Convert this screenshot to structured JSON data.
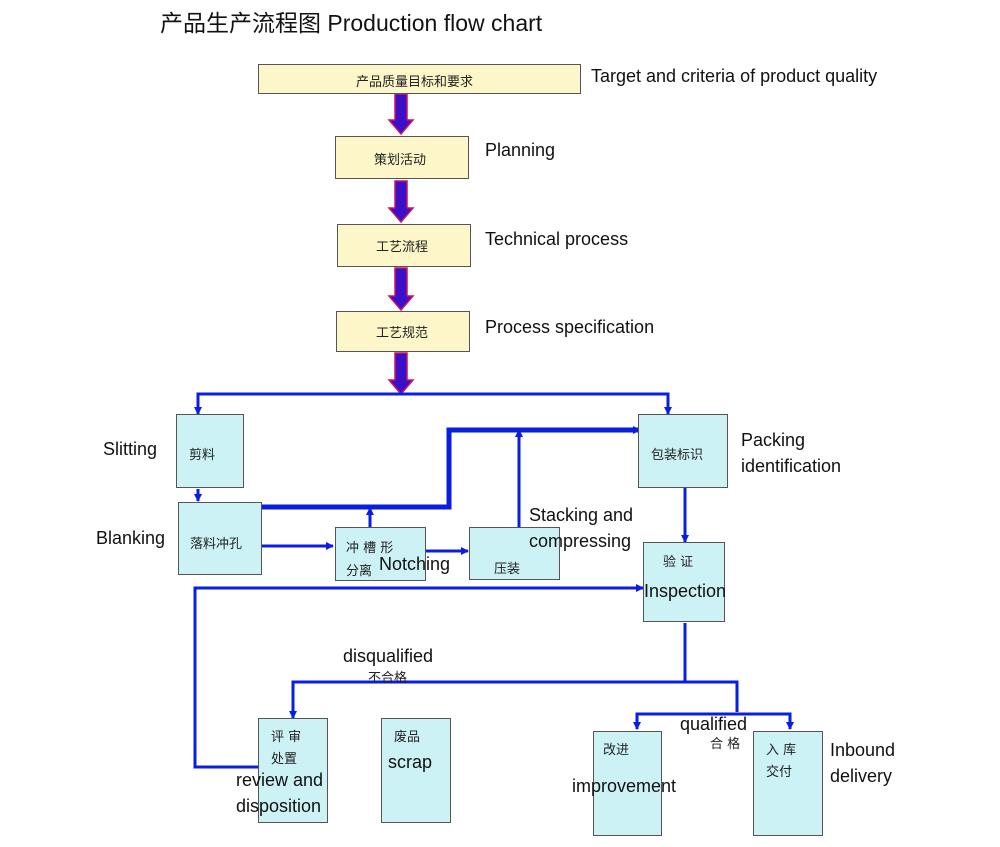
{
  "title": "产品生产流程图  Production flow chart",
  "steps": {
    "target": {
      "cn": "产品质量目标和要求",
      "en": "Target and criteria of product quality"
    },
    "planning": {
      "cn": "策划活动",
      "en": "Planning"
    },
    "technical": {
      "cn": "工艺流程",
      "en": "Technical process"
    },
    "spec": {
      "cn": "工艺规范",
      "en": "Process specification"
    },
    "slitting": {
      "cn": "剪料",
      "en": "Slitting"
    },
    "blanking": {
      "cn": "落料冲孔",
      "en": "Blanking"
    },
    "notching": {
      "cn1": "冲  槽  形",
      "cn2": "分离",
      "en": "Notching"
    },
    "stacking": {
      "cn": "压装",
      "en1": "Stacking and",
      "en2": "compressing"
    },
    "packing": {
      "cn": "包装标识",
      "en1": "Packing",
      "en2": "identification"
    },
    "inspection": {
      "cn": "验  证",
      "en": "Inspection"
    },
    "review": {
      "cn1": "评    审",
      "cn2": "处置",
      "en1": "review and",
      "en2": "disposition"
    },
    "scrap": {
      "cn": "废品",
      "en": "scrap"
    },
    "improvement": {
      "cn": "改进",
      "en": "improvement"
    },
    "inbound": {
      "cn1": "入    库",
      "cn2": "交付",
      "en1": "Inbound",
      "en2": "delivery"
    }
  },
  "labels": {
    "disqualified_en": "disqualified",
    "disqualified_cn": "不合格",
    "qualified_en": "qualified",
    "qualified_cn": "合  格"
  },
  "colors": {
    "line": "#0a1ee0",
    "arrow_fill": "#3a10c8",
    "arrow_outline": "#d01060",
    "box_cyan": "#ccf2f5",
    "box_yellow": "#fcf6c8"
  }
}
